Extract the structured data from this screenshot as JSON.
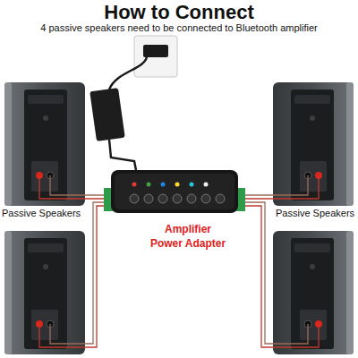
{
  "diagram": {
    "title": "How to Connect",
    "labels": [
      "4 passive speakers need to be connected to  Bluetooth amplifier",
      "Passive Speakers",
      "Passive Speakers",
      "Amplifier",
      "Power Adapter"
    ]
  }
}
